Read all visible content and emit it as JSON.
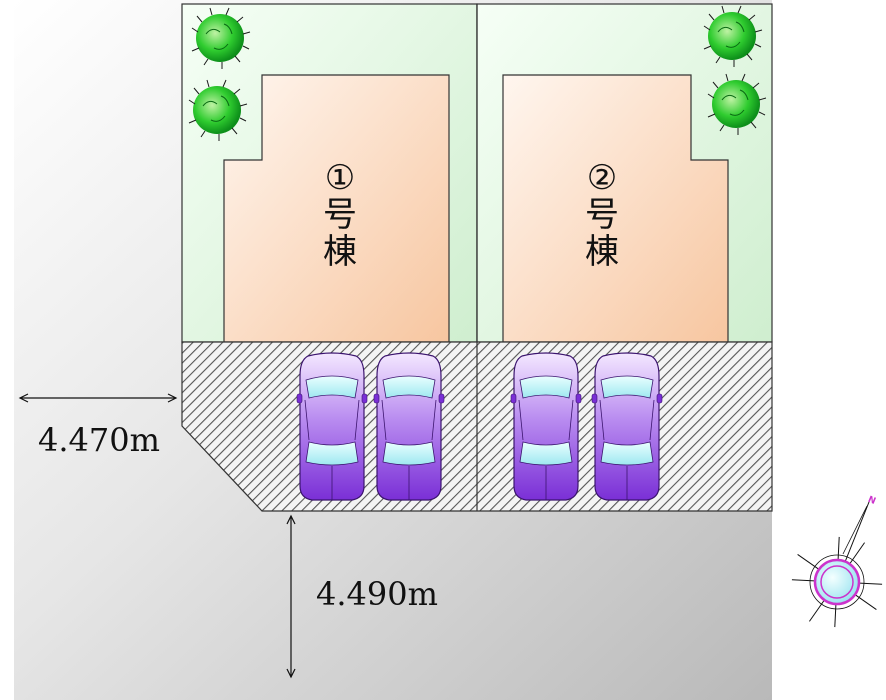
{
  "buildings": [
    {
      "number": "①",
      "char1": "号",
      "char2": "棟"
    },
    {
      "number": "②",
      "char1": "号",
      "char2": "棟"
    }
  ],
  "dimensions": {
    "west_road_width": "4.470m",
    "south_road_width": "4.490m"
  },
  "compass": {
    "north_label": "N"
  },
  "colors": {
    "lot_green": "#d6f5d6",
    "house_orange": "#f9c9a1",
    "road_gray": "#c8c8c8",
    "car_purple": "#8a3fe0",
    "compass_magenta": "#cc33cc"
  }
}
